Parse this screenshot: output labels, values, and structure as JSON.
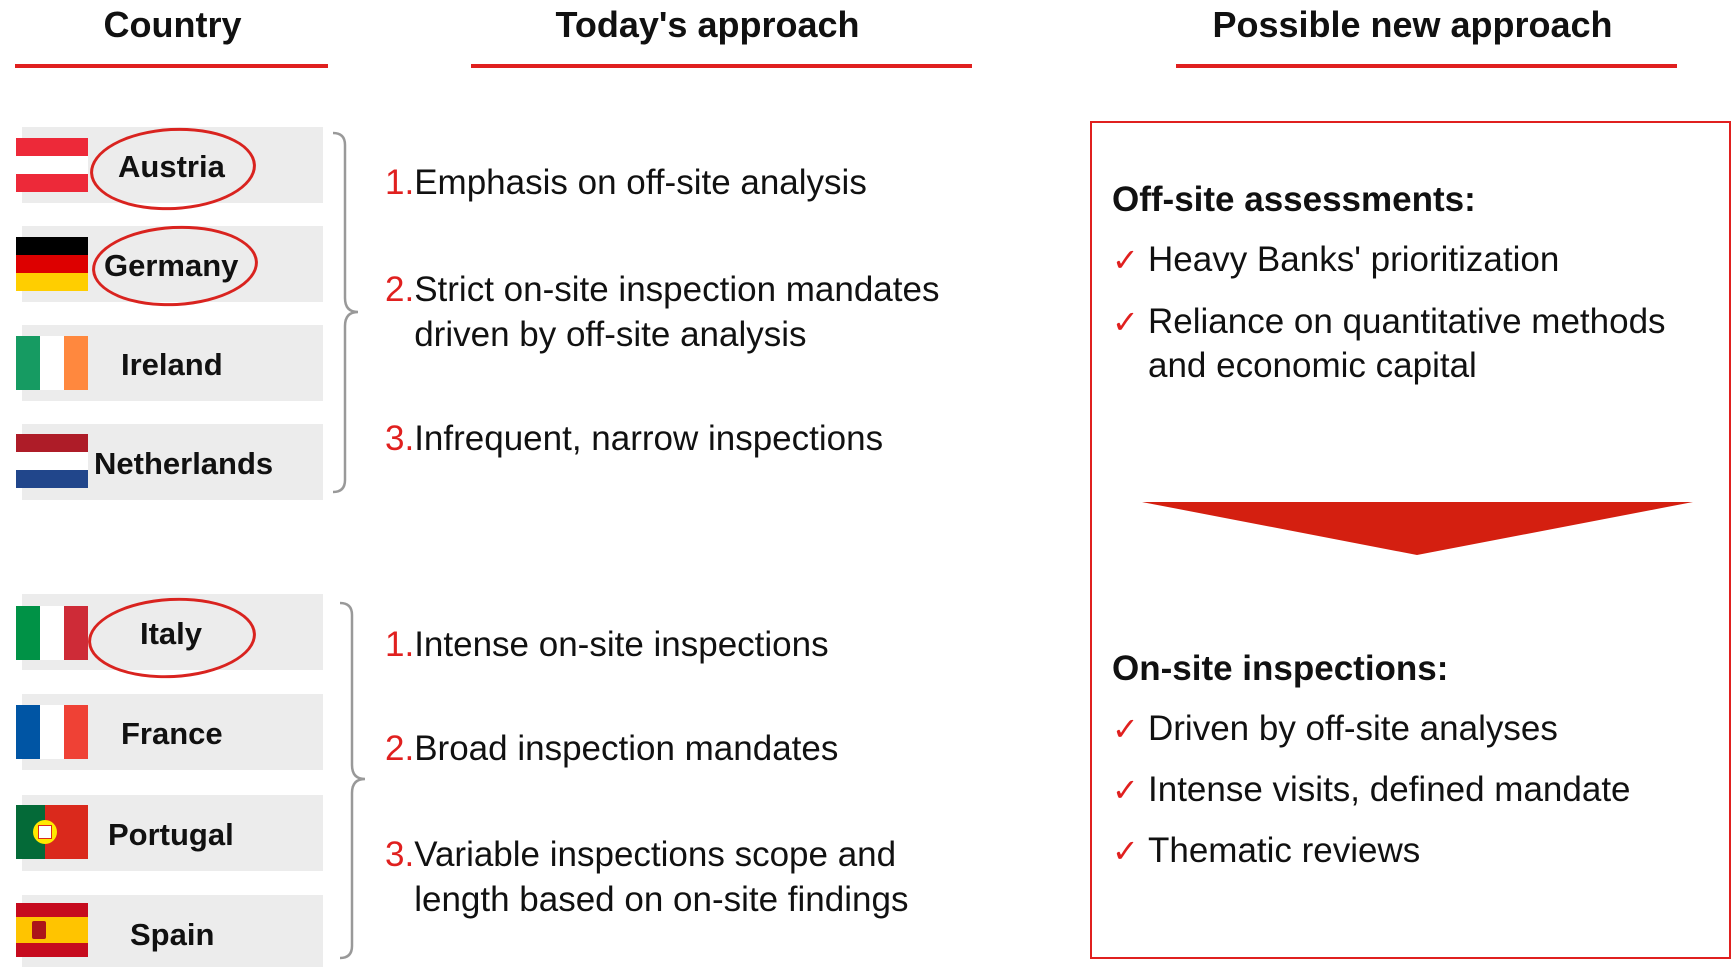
{
  "headers": {
    "country": "Country",
    "today": "Today's approach",
    "possible": "Possible new approach"
  },
  "group1": {
    "countries": [
      "Austria",
      "Germany",
      "Ireland",
      "Netherlands"
    ],
    "circled": [
      "Austria",
      "Germany"
    ],
    "items": [
      {
        "num": "1.",
        "text": "Emphasis on off-site analysis"
      },
      {
        "num": "2.",
        "text": "Strict on-site inspection mandates driven by off-site analysis"
      },
      {
        "num": "3.",
        "text": "Infrequent, narrow inspections"
      }
    ]
  },
  "group2": {
    "countries": [
      "Italy",
      "France",
      "Portugal",
      "Spain"
    ],
    "circled": [
      "Italy"
    ],
    "items": [
      {
        "num": "1.",
        "text": "Intense on-site inspections"
      },
      {
        "num": "2.",
        "text": "Broad inspection mandates"
      },
      {
        "num": "3.",
        "text": "Variable inspections scope and length based on on-site findings"
      }
    ]
  },
  "right_panel": {
    "offsite_title": "Off-site assessments:",
    "offsite_bullets": [
      "Heavy Banks' prioritization",
      "Reliance on quantitative methods and economic capital"
    ],
    "onsite_title": "On-site inspections:",
    "onsite_bullets": [
      "Driven by off-site analyses",
      "Intense visits, defined mandate",
      "Thematic reviews"
    ],
    "check_symbol": "✓"
  },
  "colors": {
    "accent": "#e0201f",
    "box_fill": "#ececec",
    "arrow": "#d41f10"
  }
}
